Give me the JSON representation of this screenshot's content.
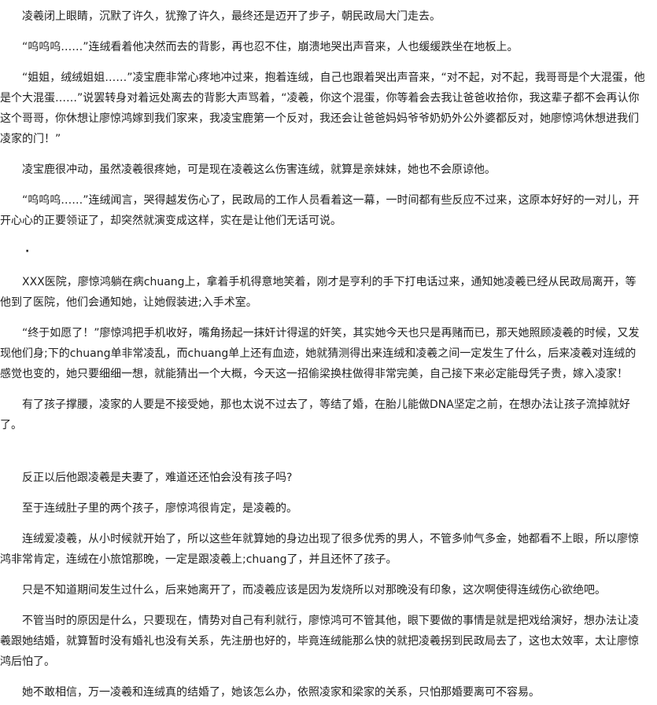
{
  "paragraphs": [
    "凌羲闭上眼睛，沉默了许久，犹豫了许久，最终还是迈开了步子，朝民政局大门走去。",
    "“呜呜呜……”连绒看着他决然而去的背影，再也忍不住，崩溃地哭出声音来，人也缓缓跌坐在地板上。",
    "“姐姐，绒绒姐姐……”凌宝鹿非常心疼地冲过来，抱着连绒，自己也跟着哭出声音来，“对不起，对不起，我哥哥是个大混蛋，他是个大混蛋……”说罢转身对着远处离去的背影大声骂着，“凌羲，你这个混蛋，你等着会去我让爸爸收拾你，我这辈子都不会再认你这个哥哥，你休想让廖惊鸿嫁到我们家来，我凌宝鹿第一个反对，我还会让爸爸妈妈爷爷奶奶外公外婆都反对，她廖惊鸿休想进我们凌家的门！”",
    "凌宝鹿很冲动，虽然凌羲很疼她，可是现在凌羲这么伤害连绒，就算是亲妹妹，她也不会原谅他。",
    "“呜呜呜……”连绒闻言，哭得越发伤心了，民政局的工作人员看着这一幕，一时间都有些反应不过来，这原本好好的一对儿，开开心心的正要领证了，却突然就演变成这样，实在是让他们无话可说。",
    "·",
    "XXX医院，廖惊鸿躺在病chuang上，拿着手机得意地笑着，刚才是亨利的手下打电话过来，通知她凌羲已经从民政局离开，等他到了医院，他们会通知她，让她假装进;入手术室。",
    "“终于如愿了！”廖惊鸿把手机收好，嘴角扬起一抹奸计得逞的奸笑，其实她今天也只是再赌而已，那天她照顾凌羲的时候，又发现他们身;下的chuang单非常凌乱，而chuang单上还有血迹，她就猜测得出来连绒和凌羲之间一定发生了什么，后来凌羲对连绒的感觉也变的，她只要细细一想，就能猜出一个大概，今天这一招偷梁换柱做得非常完美，自己接下来必定能母凭子贵，嫁入凌家！",
    "有了孩子撑腰，凌家的人要是不接受她，那也太说不过去了，等结了婚，在胎儿能做DNA坚定之前，在想办法让孩子流掉就好了。",
    "反正以后他跟凌羲是夫妻了，难道还还怕会没有孩子吗?",
    "至于连绒肚子里的两个孩子，廖惊鸿很肯定，是凌羲的。",
    "连绒爱凌羲，从小时候就开始了，所以这些年就算她的身边出现了很多优秀的男人，不管多帅气多金，她都看不上眼，所以廖惊鸿非常肯定，连绒在小旅馆那晚，一定是跟凌羲上;chuang了，并且还怀了孩子。",
    "只是不知道期间发生过什么，后来她离开了，而凌羲应该是因为发烧所以对那晚没有印象，这次啊使得连绒伤心欲绝吧。",
    "不管当时的原因是什么，只要现在，情势对自己有利就行，廖惊鸿可不管其他，眼下要做的事情是就是把戏给演好，想办法让凌羲跟她结婚，就算暂时没有婚礼也没有关系，先注册也好的，毕竟连绒能那么快的就把凌羲拐到民政局去了，这也太效率，太让廖惊鸿后怕了。",
    "她不敢相信，万一凌羲和连绒真的结婚了，她该怎么办，依照凌家和梁家的关系，只怕那婚要离可不容易。"
  ]
}
